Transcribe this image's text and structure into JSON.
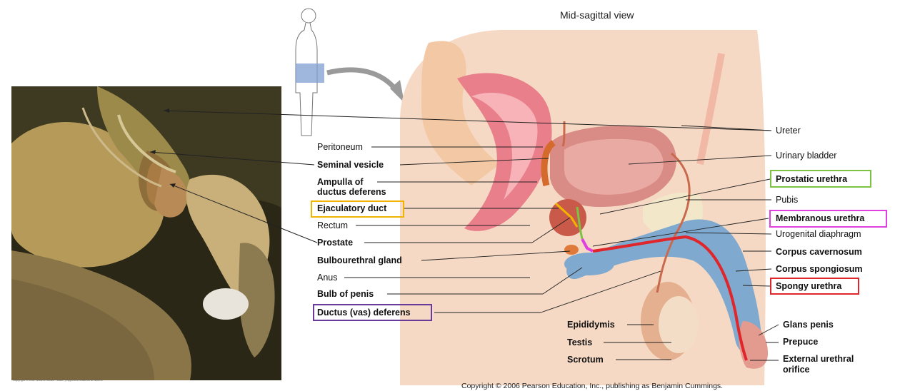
{
  "title": "Mid-sagittal view",
  "copyright": "Copyright © 2006 Pearson Education, Inc., publishing as Benjamin Cummings.",
  "photo_copyright": "Copyright © 2011 Wolters Kluwer Health | Lippincott Williams & Wilkins",
  "colors": {
    "prostatic": "#7dc243",
    "membranous": "#e040e0",
    "spongy": "#e0262a",
    "ejaculatory": "#f0b400",
    "ductus": "#6a3a98"
  },
  "labels_left": [
    {
      "key": "peritoneum",
      "text": "Peritoneum",
      "bold": false
    },
    {
      "key": "seminal",
      "text": "Seminal vesicle",
      "bold": true
    },
    {
      "key": "ampulla1",
      "text": "Ampulla of",
      "bold": true
    },
    {
      "key": "ampulla2",
      "text": "ductus deferens",
      "bold": true
    },
    {
      "key": "ejaculatory",
      "text": "Ejaculatory duct",
      "bold": true
    },
    {
      "key": "rectum",
      "text": "Rectum",
      "bold": false
    },
    {
      "key": "prostate",
      "text": "Prostate",
      "bold": true
    },
    {
      "key": "bulbo",
      "text": "Bulbourethral gland",
      "bold": true
    },
    {
      "key": "anus",
      "text": "Anus",
      "bold": false
    },
    {
      "key": "bulb",
      "text": "Bulb of penis",
      "bold": true
    },
    {
      "key": "ductus",
      "text": "Ductus (vas) deferens",
      "bold": true
    }
  ],
  "labels_right": [
    {
      "key": "ureter",
      "text": "Ureter",
      "bold": false
    },
    {
      "key": "bladder",
      "text": "Urinary bladder",
      "bold": false
    },
    {
      "key": "prostatic",
      "text": "Prostatic urethra",
      "bold": true
    },
    {
      "key": "pubis",
      "text": "Pubis",
      "bold": false
    },
    {
      "key": "membranous",
      "text": "Membranous urethra",
      "bold": true
    },
    {
      "key": "urogenital",
      "text": "Urogenital diaphragm",
      "bold": false
    },
    {
      "key": "cavernosum",
      "text": "Corpus cavernosum",
      "bold": true
    },
    {
      "key": "spongiosum",
      "text": "Corpus spongiosum",
      "bold": true
    },
    {
      "key": "spongy",
      "text": "Spongy urethra",
      "bold": true
    },
    {
      "key": "glans",
      "text": "Glans penis",
      "bold": true
    },
    {
      "key": "prepuce",
      "text": "Prepuce",
      "bold": true
    },
    {
      "key": "external1",
      "text": "External urethral",
      "bold": true
    },
    {
      "key": "external2",
      "text": "orifice",
      "bold": true
    }
  ],
  "labels_bottom": [
    {
      "key": "epididymis",
      "text": "Epididymis",
      "bold": true
    },
    {
      "key": "testis",
      "text": "Testis",
      "bold": true
    },
    {
      "key": "scrotum",
      "text": "Scrotum",
      "bold": true
    }
  ]
}
